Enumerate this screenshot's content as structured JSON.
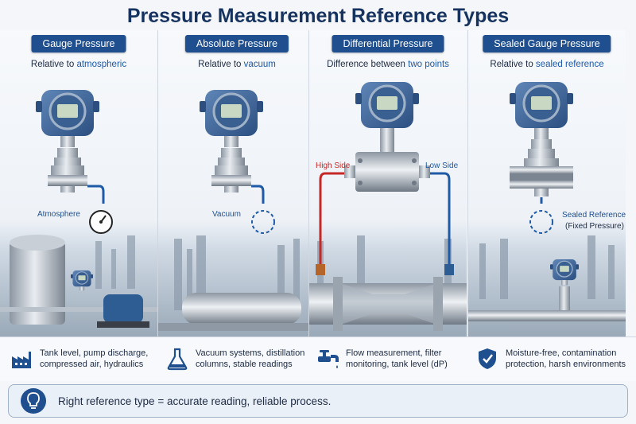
{
  "title": "Pressure Measurement Reference Types",
  "columns": [
    {
      "name": "Gauge Pressure",
      "desc_prefix": "Relative to ",
      "desc_highlight": "atmospheric",
      "reference_label": "Atmosphere",
      "uses_line1": "Tank level, pump discharge,",
      "uses_line2": "compressed air, hydraulics",
      "icon": "factory-icon"
    },
    {
      "name": "Absolute Pressure",
      "desc_prefix": "Relative to ",
      "desc_highlight": "vacuum",
      "reference_label": "Vacuum",
      "uses_line1": "Vacuum systems, distillation",
      "uses_line2": "columns, stable readings",
      "icon": "flask-icon"
    },
    {
      "name": "Differential Pressure",
      "desc_prefix": "Difference between ",
      "desc_highlight": "two points",
      "high_label": "High Side",
      "low_label": "Low Side",
      "uses_line1": "Flow measurement, filter",
      "uses_line2": "monitoring, tank level (dP)",
      "icon": "faucet-icon"
    },
    {
      "name": "Sealed Gauge Pressure",
      "desc_prefix": "Relative to ",
      "desc_highlight": "sealed reference",
      "reference_label_1": "Sealed Reference",
      "reference_label_2": "(Fixed Pressure)",
      "uses_line1": "Moisture-free, contamination",
      "uses_line2": "protection, harsh environments",
      "icon": "shield-icon"
    }
  ],
  "tip": {
    "text": "Right reference type = accurate reading, reliable process.",
    "icon": "lightbulb-icon"
  },
  "colors": {
    "brand_blue": "#1f4f8f",
    "high_side_red": "#c62828",
    "low_side_blue": "#1f5aa6",
    "title": "#16335f"
  }
}
